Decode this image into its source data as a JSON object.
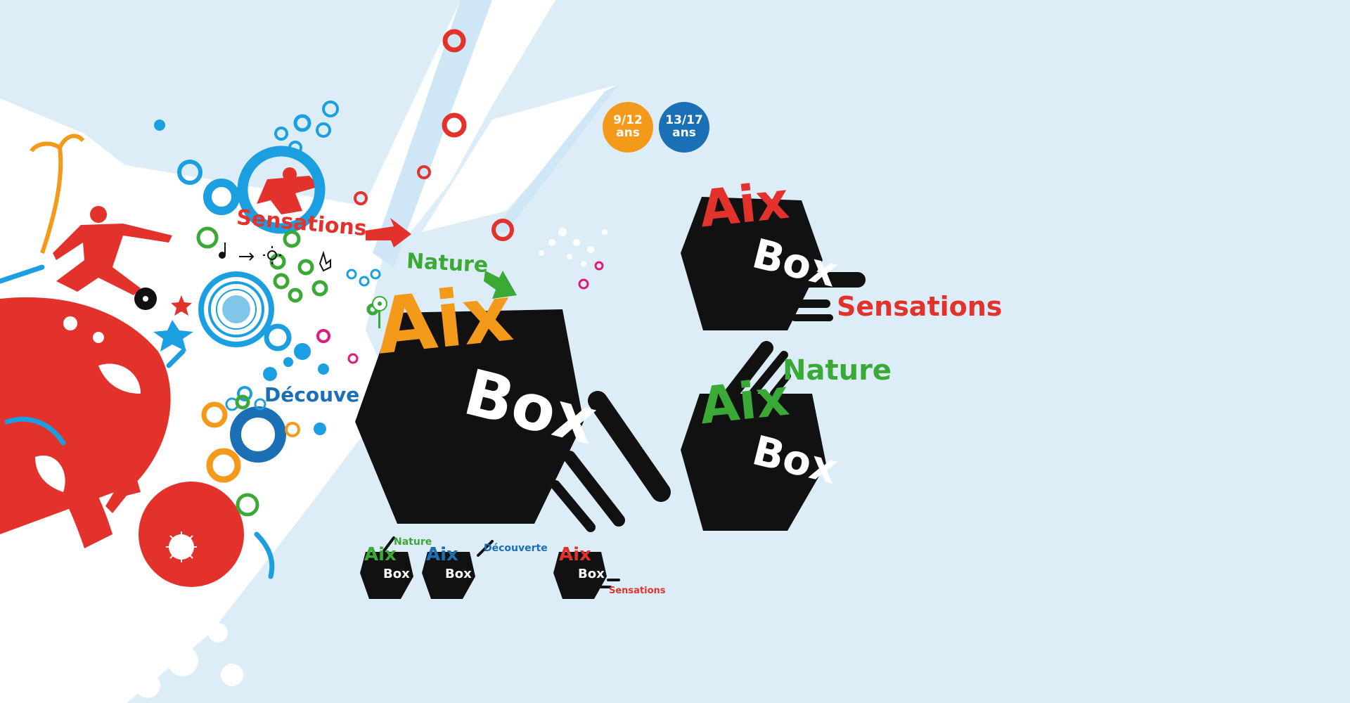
{
  "badges": [
    {
      "top": "9/12",
      "bottom": "ans",
      "color": "#f39a1b"
    },
    {
      "top": "13/17",
      "bottom": "ans",
      "color": "#1a6fb5"
    }
  ],
  "logo_main": {
    "word1": "Aix",
    "word2": "Box",
    "color": "#f39a1b"
  },
  "logo_sensations": {
    "word1": "Aix",
    "word2": "Box",
    "tag": "Sensations",
    "color": "#e3322b"
  },
  "logo_nature": {
    "word1": "Aix",
    "word2": "Box",
    "tag": "Nature",
    "color": "#3aa935"
  },
  "mini_logos": [
    {
      "word1": "Aix",
      "word2": "Box",
      "tag": "Nature",
      "color": "#3aa935"
    },
    {
      "word1": "Aix",
      "word2": "Box",
      "tag": "Découverte",
      "color": "#1a6fb5"
    },
    {
      "word1": "Aix",
      "word2": "Box",
      "tag": "Sensations",
      "color": "#e3322b"
    }
  ],
  "collage_labels": {
    "sensations": "Sensations",
    "nature": "Nature",
    "decouverte": "Découve"
  },
  "colors": {
    "background": "#dcedf8",
    "red": "#e3322b",
    "orange": "#f39a1b",
    "green": "#3aa935",
    "blue": "#1a6fb5",
    "black": "#111111"
  },
  "icons": [
    "skater-silhouette",
    "music-note-icon",
    "sun-icon",
    "hand-cursor-icon",
    "star-icon",
    "flower-icon",
    "vinyl-icon"
  ]
}
